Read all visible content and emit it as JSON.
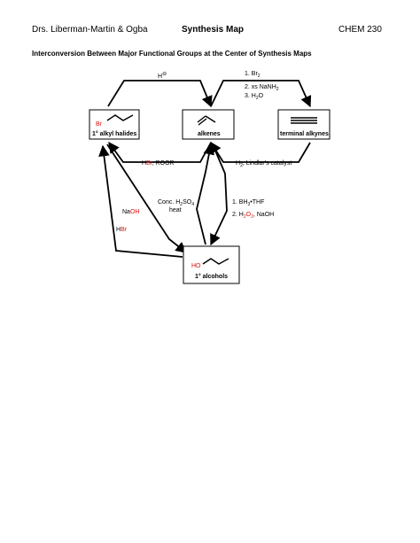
{
  "header": {
    "left": "Drs. Liberman-Martin & Ogba",
    "center": "Synthesis Map",
    "right": "CHEM 230"
  },
  "subtitle": "Interconversion Between Major Functional Groups at the Center of Synthesis Maps",
  "nodes": {
    "alkyl_halides": {
      "label": "1° alkyl halides",
      "atom": "Br"
    },
    "alkenes": {
      "label": "alkenes"
    },
    "terminal_alkynes": {
      "label": "terminal alkynes"
    },
    "alcohols": {
      "label": "1° alcohols",
      "atom": "HO"
    }
  },
  "reagents": {
    "halide_to_alkene": {
      "h": "H",
      "charge": "⊖"
    },
    "alkene_to_alkyne": {
      "step1_pre": "1. Br",
      "step1_sub": "2",
      "step2_pre": "2. xs NaNH",
      "step2_sub": "2",
      "step3_pre": "3. H",
      "step3_sub": "2",
      "step3_post": "O"
    },
    "alkene_to_halide": {
      "h": "H",
      "br": "Br",
      "rest": ", ROOR"
    },
    "alkyne_to_alkene": {
      "pre": "H",
      "sub": "2",
      "post": ", Lindlar's catalyst"
    },
    "alcohol_to_alkene": {
      "line1_pre": "Conc. H",
      "line1_sub1": "2",
      "line1_mid": "SO",
      "line1_sub2": "4",
      "line2": "heat"
    },
    "alkene_to_alcohol": {
      "step1_pre": "1. BH",
      "step1_sub": "3",
      "step1_post": "•THF",
      "step2_pre": "2. H",
      "step2_sub1": "2",
      "step2_o": "O",
      "step2_sub2": "2",
      "step2_post": ", NaOH"
    },
    "halide_to_alcohol": {
      "na": "Na",
      "oh": "OH"
    },
    "alcohol_to_halide": {
      "h": "H",
      "br": "Br"
    }
  },
  "colors": {
    "highlight": "#e01010"
  }
}
